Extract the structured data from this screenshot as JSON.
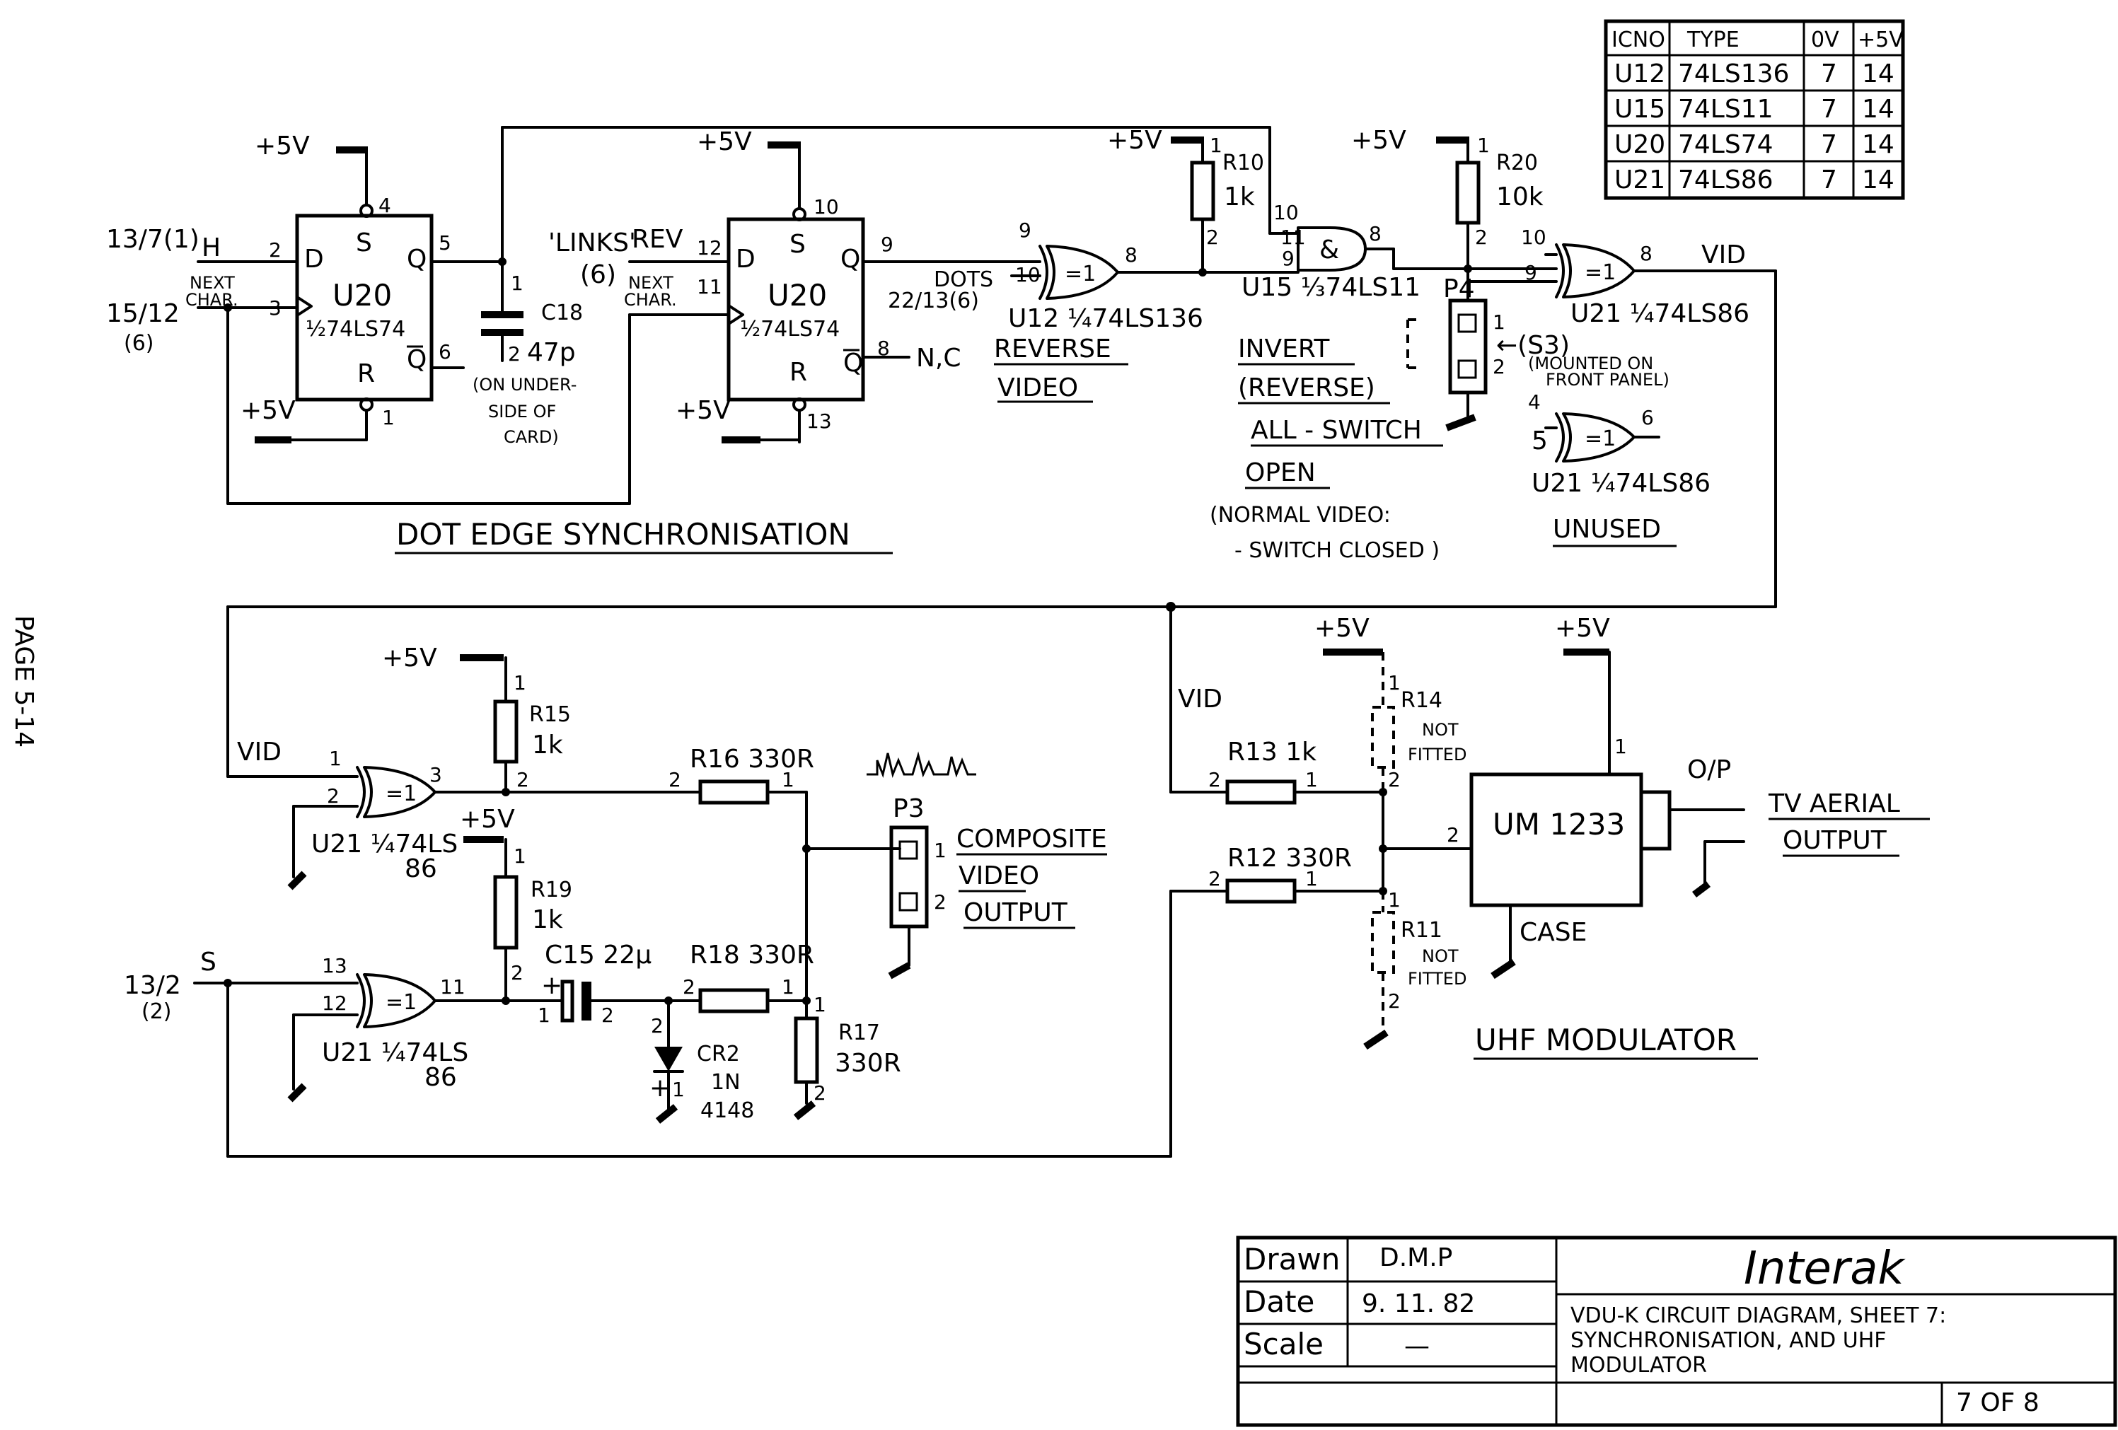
{
  "page": {
    "number": "PAGE 5-14"
  },
  "ic_table": {
    "headers": [
      "ICNO",
      "TYPE",
      "0V",
      "+5V"
    ],
    "rows": [
      [
        "U12",
        "74LS136",
        "7",
        "14"
      ],
      [
        "U15",
        "74LS11",
        "7",
        "14"
      ],
      [
        "U20",
        "74LS74",
        "7",
        "14"
      ],
      [
        "U21",
        "74LS86",
        "7",
        "14"
      ]
    ]
  },
  "top": {
    "u20a": {
      "name": "U20",
      "type": "½74LS74",
      "d": "D",
      "s": "S",
      "q": "Q",
      "qbar": "Q",
      "r": "R",
      "p2": "2",
      "p3": "3",
      "p4": "4",
      "p5": "5",
      "p6": "6",
      "p1": "1"
    },
    "u20b": {
      "name": "U20",
      "type": "½74LS74",
      "d": "D",
      "s": "S",
      "q": "Q",
      "qbar": "Q",
      "r": "R",
      "p12": "12",
      "p11": "11",
      "p10": "10",
      "p9": "9",
      "p8": "8",
      "p13": "13"
    },
    "in_h": "13/7(1)",
    "h": "H",
    "in_next": "15/12",
    "in_next_sub": "(6)",
    "next_char1": "NEXT",
    "next_char2": "CHAR.",
    "links": "'LINKS'",
    "rev": "REV",
    "links_sub": "(6)",
    "next_char_b1": "NEXT",
    "next_char_b2": "CHAR.",
    "plus5": "+5V",
    "c18": "C18",
    "c18_val": "47p",
    "c18_p1": "1",
    "c18_p2": "2",
    "c18_note1": "(ON UNDER-",
    "c18_note2": "SIDE OF",
    "c18_note3": "CARD)",
    "nc": "N,C",
    "dots": "DOTS",
    "dots_ref": "22/13(6)",
    "u12": "U12 ¼74LS136",
    "u12_gate": "=1",
    "u12_p9": "9",
    "u12_p10": "10",
    "u12_p8": "8",
    "reverse1": "REVERSE",
    "reverse2": "VIDEO",
    "r10": "R10",
    "r10_val": "1k",
    "r10_p1": "1",
    "r10_p2": "2",
    "u15": "U15 ⅓74LS11",
    "u15_gate": "&",
    "u15_p10": "10",
    "u15_p11": "11",
    "u15_p9": "9",
    "u15_p8": "8",
    "r20": "R20",
    "r20_val": "10k",
    "r20_p1": "1",
    "r20_p2": "2",
    "p4": "P4",
    "p4_p1": "1",
    "p4_p2": "2",
    "s3": "←(S3)",
    "s3_note1": "(MOUNTED ON",
    "s3_note2": "FRONT PANEL)",
    "u21a": "U21 ¼74LS86",
    "u21a_gate": "=1",
    "u21a_p10": "10",
    "u21a_p9": "9",
    "u21a_p8": "8",
    "vid": "VID",
    "u21u": "U21 ¼74LS86",
    "u21u_gate": "=1",
    "u21u_p4": "4",
    "u21u_p5": "5",
    "u21u_p6": "6",
    "unused": "UNUSED",
    "invert1": "INVERT",
    "invert2": "(REVERSE)",
    "invert3": "ALL - SWITCH",
    "invert4": "OPEN",
    "normal1": "(NORMAL VIDEO:",
    "normal2": "- SWITCH CLOSED )",
    "section": "DOT EDGE SYNCHRONISATION"
  },
  "bottom": {
    "vid_in": "VID",
    "u21b": "U21 ¼74LS",
    "u21b_2": "86",
    "u21b_gate": "=1",
    "u21b_p1": "1",
    "u21b_p2": "2",
    "u21b_p3": "3",
    "plus5": "+5V",
    "r15": "R15",
    "r15_val": "1k",
    "r15_p1": "1",
    "r15_p2": "2",
    "r16": "R16 330R",
    "r16_p2": "2",
    "r16_p1": "1",
    "r19": "R19",
    "r19_val": "1k",
    "r19_p1": "1",
    "r19_p2": "2",
    "in_s": "13/2",
    "in_s_sub": "(2)",
    "s": "S",
    "u21c": "U21 ¼74LS",
    "u21c_2": "86",
    "u21c_gate": "=1",
    "u21c_p13": "13",
    "u21c_p12": "12",
    "u21c_p11": "11",
    "c15": "C15 22μ",
    "c15_plus": "+",
    "c15_p1": "1",
    "c15_p2": "2",
    "r18": "R18 330R",
    "r18_p2": "2",
    "r18_p1": "1",
    "cr2": "CR2",
    "cr2_v1": "1N",
    "cr2_v2": "4148",
    "cr2_p2": "2",
    "cr2_plus": "+",
    "cr2_p1": "1",
    "r17": "R17",
    "r17_val": "330R",
    "r17_p1": "1",
    "r17_p2": "2",
    "p3": "P3",
    "p3_p1": "1",
    "p3_p2": "2",
    "comp1": "COMPOSITE",
    "comp2": "VIDEO",
    "comp3": "OUTPUT",
    "vid2": "VID",
    "r13": "R13 1k",
    "r13_p2": "2",
    "r13_p1": "1",
    "r12": "R12 330R",
    "r12_p2": "2",
    "r12_p1": "1",
    "r14": "R14",
    "r14_n1": "NOT",
    "r14_n2": "FITTED",
    "r14_p1": "1",
    "r14_p2": "2",
    "r11": "R11",
    "r11_n1": "NOT",
    "r11_n2": "FITTED",
    "r11_p1": "1",
    "r11_p2": "2",
    "um": "UM 1233",
    "um_p2": "2",
    "um_p1": "1",
    "case": "CASE",
    "op": "O/P",
    "tv1": "TV AERIAL",
    "tv2": "OUTPUT",
    "section": "UHF MODULATOR"
  },
  "title_block": {
    "drawn_label": "Drawn",
    "drawn_val": "D.M.P",
    "date_label": "Date",
    "date_val": "9. 11. 82",
    "scale_label": "Scale",
    "scale_val": "—",
    "company": "Interak",
    "desc1": "VDU-K CIRCUIT DIAGRAM, SHEET 7:",
    "desc2": "SYNCHRONISATION, AND UHF",
    "desc3": "MODULATOR",
    "sheet": "7 OF 8"
  }
}
